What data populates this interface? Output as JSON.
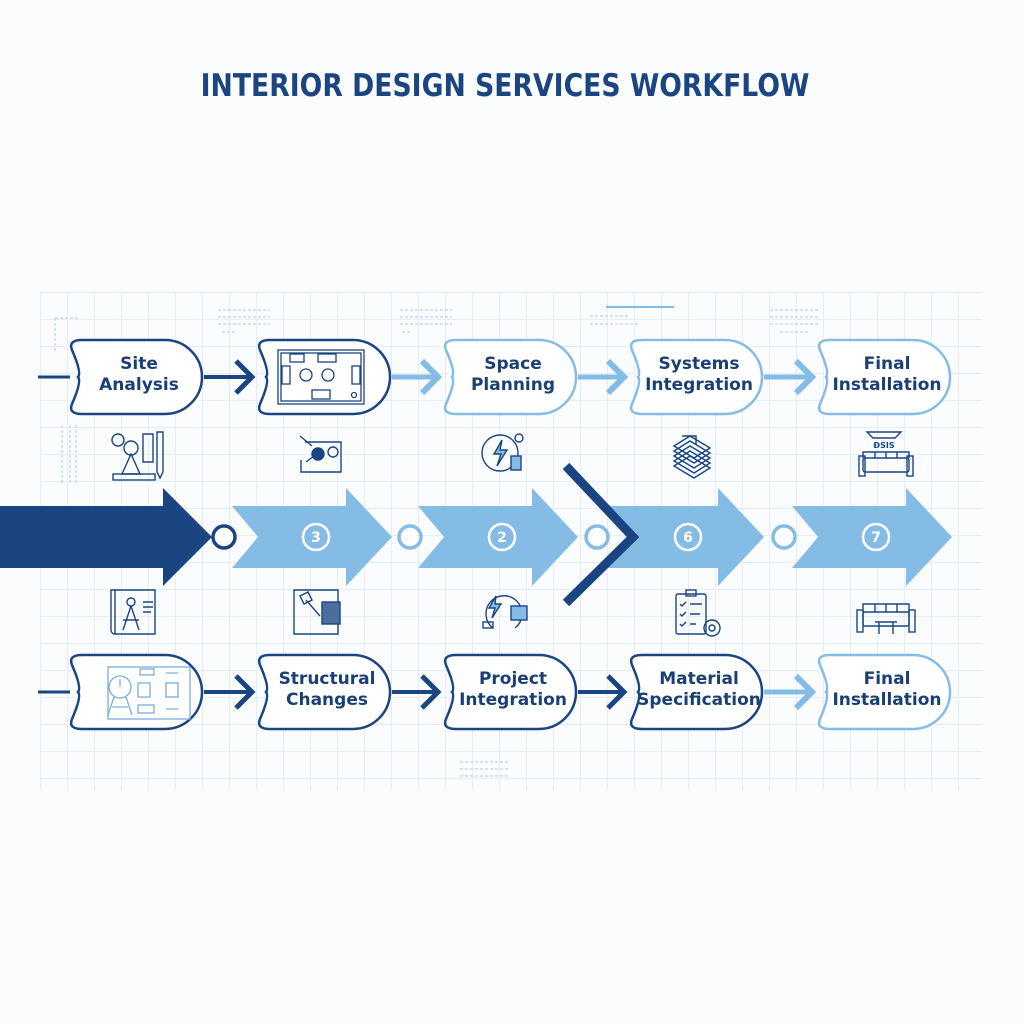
{
  "title": "INTERIOR DESIGN SERVICES WORKFLOW",
  "colors": {
    "dark_blue": "#1a4580",
    "light_blue": "#85bce6",
    "text_blue": "#1a3f73",
    "grid": "#e3ecf6"
  },
  "top_row": {
    "nodes": [
      {
        "lines": [
          "Site",
          "Analysis"
        ],
        "style": "dark",
        "icon": null
      },
      {
        "lines": [],
        "style": "dark",
        "icon": "floor-plan-icon"
      },
      {
        "lines": [
          "Space",
          "Planning"
        ],
        "style": "light",
        "icon": null
      },
      {
        "lines": [
          "Systems",
          "Integration"
        ],
        "style": "light",
        "icon": null
      },
      {
        "lines": [
          "Final",
          "Installation"
        ],
        "style": "light",
        "icon": null
      }
    ],
    "connectors": [
      "dark",
      "light",
      "light",
      "light"
    ]
  },
  "middle_row": {
    "segments": [
      {
        "number": "",
        "style": "dark"
      },
      {
        "number": "3",
        "style": "light"
      },
      {
        "number": "2",
        "style": "light"
      },
      {
        "number": "6",
        "style": "light"
      },
      {
        "number": "7",
        "style": "light"
      }
    ],
    "icons_above": [
      "drafting-tools-icon",
      "demolition-plan-icon",
      "electrical-systems-icon",
      "material-samples-icon",
      "sofa-lighting-icon"
    ],
    "icons_below": [
      "blueprint-compass-icon",
      "hammer-wall-icon",
      "electrical-plumbing-icon",
      "checklist-gear-icon",
      "sofa-table-icon"
    ],
    "icon_label_sofa": "ĐSIS"
  },
  "bottom_row": {
    "nodes": [
      {
        "lines": [],
        "style": "dark",
        "icon": "site-survey-board-icon"
      },
      {
        "lines": [
          "Structural",
          "Changes"
        ],
        "style": "dark",
        "icon": null
      },
      {
        "lines": [
          "Project",
          "Integration"
        ],
        "style": "dark",
        "icon": null
      },
      {
        "lines": [
          "Material",
          "Specification"
        ],
        "style": "dark",
        "icon": null
      },
      {
        "lines": [
          "Final",
          "Installation"
        ],
        "style": "light",
        "icon": null
      }
    ],
    "connectors": [
      "dark",
      "dark",
      "dark",
      "light"
    ]
  }
}
